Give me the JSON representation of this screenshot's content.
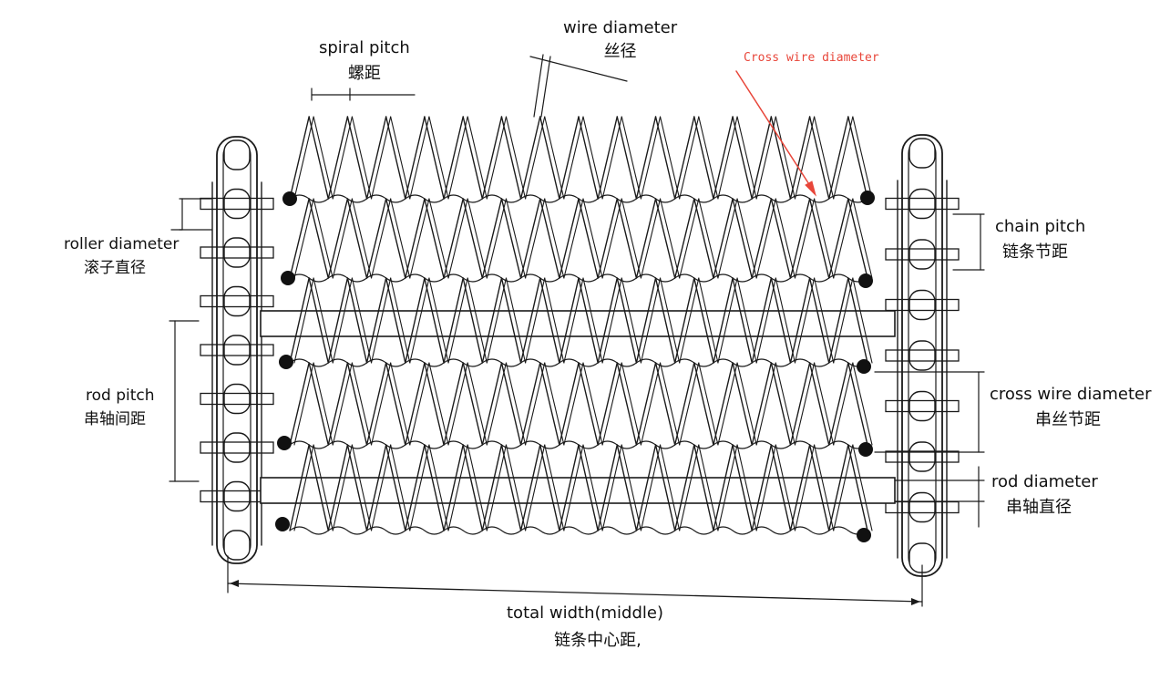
{
  "labels": {
    "spiral_pitch_en": "spiral pitch",
    "spiral_pitch_cn": "螺距",
    "wire_diameter_en": "wire diameter",
    "wire_diameter_cn": "丝径",
    "cross_wire_note": "Cross wire diameter",
    "roller_diameter_en": "roller diameter",
    "roller_diameter_cn": "滚子直径",
    "rod_pitch_en": "rod pitch",
    "rod_pitch_cn": "串轴间距",
    "chain_pitch_en": "chain pitch",
    "chain_pitch_cn": "链条节距",
    "cross_wire_diameter_en": "cross wire diameter",
    "cross_wire_diameter_cn": "串丝节距",
    "rod_diameter_en": "rod diameter",
    "rod_diameter_cn": "串轴直径",
    "total_width_en": "total width(middle)",
    "total_width_cn": "链条中心距,"
  },
  "colors": {
    "line": "#1a1a1a",
    "annotation": "#e8463a"
  }
}
